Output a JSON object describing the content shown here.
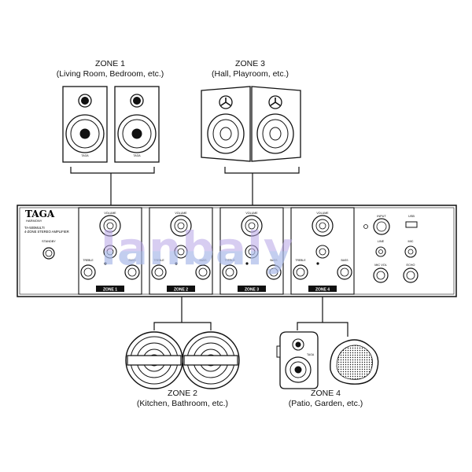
{
  "zones": {
    "zone1": {
      "title": "ZONE 1",
      "subtitle": "(Living Room, Bedroom, etc.)"
    },
    "zone2": {
      "title": "ZONE 2",
      "subtitle": "(Kitchen, Bathroom, etc.)"
    },
    "zone3": {
      "title": "ZONE 3",
      "subtitle": "(Hall, Playroom, etc.)"
    },
    "zone4": {
      "title": "ZONE 4",
      "subtitle": "(Patio, Garden, etc.)"
    }
  },
  "amplifier": {
    "brand": "TAGA",
    "brand_sub": "HARMONY",
    "model": "TA-500MULTI",
    "description": "4-ZONE STEREO AMPLIFIER",
    "standby_label": "STANDBY",
    "volume_label": "VOLUME",
    "treble_label": "TREBLE",
    "bass_label": "BASS",
    "input_label": "INPUT",
    "zone_labels": [
      "ZONE 1",
      "ZONE 2",
      "ZONE 3",
      "ZONE 4"
    ],
    "line_label": "LINE",
    "mic_label": "MIC",
    "mic_vol_label": "MIC VOL",
    "echo_label": "ECHO",
    "usb_label": "USB"
  },
  "watermark": "lanbaly",
  "speaker_brand": "TAGA",
  "colors": {
    "line": "#111111",
    "zone_plate": "#111111",
    "watermark": "#b8a6e6"
  }
}
